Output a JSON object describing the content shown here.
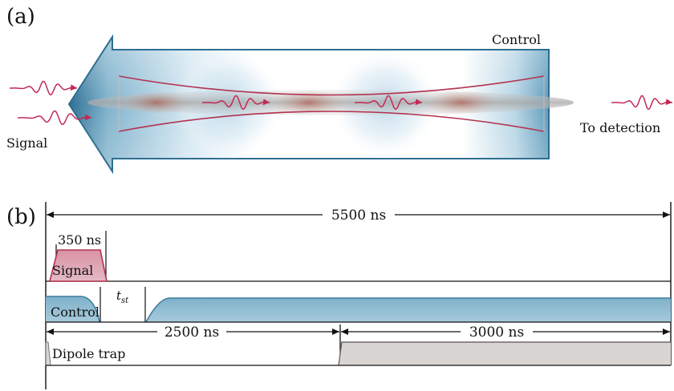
{
  "panel_a": {
    "label": "(a)",
    "control_label": "Control",
    "signal_label": "Signal",
    "detection_label": "To detection"
  },
  "panel_b": {
    "label": "(b)",
    "total_duration": "5500 ns",
    "signal_duration": "350 ns",
    "storage_time_symbol": "t",
    "storage_time_subscript": "st",
    "first_interval": "2500 ns",
    "second_interval": "3000 ns",
    "rows": {
      "signal": "Signal",
      "control": "Control",
      "dipole": "Dipole trap"
    }
  },
  "colors": {
    "signal": "#c22a55",
    "signal_fill": "#d8a1ae",
    "control_fill": "#8fbad0",
    "control_dark": "#3e7d9e",
    "dipole_fill": "#d8d5d2",
    "beam_line": "#b3324f"
  }
}
